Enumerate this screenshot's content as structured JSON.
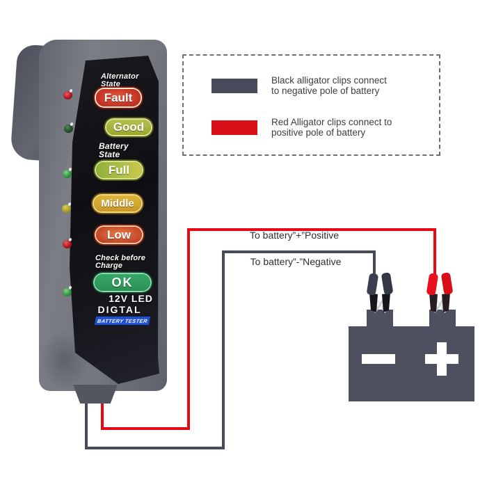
{
  "device": {
    "alternator_label_lines": [
      "Alternator",
      "State"
    ],
    "battery_label_lines": [
      "Battery",
      "State"
    ],
    "check_label_lines": [
      "Check before",
      "Charge"
    ],
    "buttons": [
      {
        "label": "Fault",
        "color": "#c22f24"
      },
      {
        "label": "Good",
        "color": "#9aa82f"
      },
      {
        "label": "Full",
        "color": "#a0ba45"
      },
      {
        "label": "Middle",
        "color": "#d2a22c"
      },
      {
        "label": "Low",
        "color": "#c84a28"
      },
      {
        "label": "OK",
        "color": "#2f9e5e"
      }
    ],
    "leds": [
      "red",
      "dark-green",
      "green",
      "yellow",
      "red",
      "green"
    ],
    "model_line1": "12V LED",
    "model_line2": "DIGTAL",
    "strip_label": "BATTERY TESTER",
    "strip_color": "#1e4fd7"
  },
  "legend": {
    "items": [
      {
        "swatch_style": "background:#474b59",
        "swatch_hex": "#474b59",
        "line1": "Black alligator clips connect",
        "line2": "to negative pole of battery"
      },
      {
        "swatch_style": "background:#d8101a",
        "swatch_hex": "#d8101a",
        "line1": "Red Alligator clips connect to",
        "line2": "positive pole of battery"
      }
    ]
  },
  "wiring": {
    "positive_label": "To battery”+”Positive",
    "negative_label": "To battery”-”Negative",
    "red_wire_hex": "#e50914",
    "black_wire_hex": "#474b58"
  },
  "battery": {
    "negative_symbol": "-",
    "positive_symbol": "+",
    "body_hex": "#4d505e"
  }
}
